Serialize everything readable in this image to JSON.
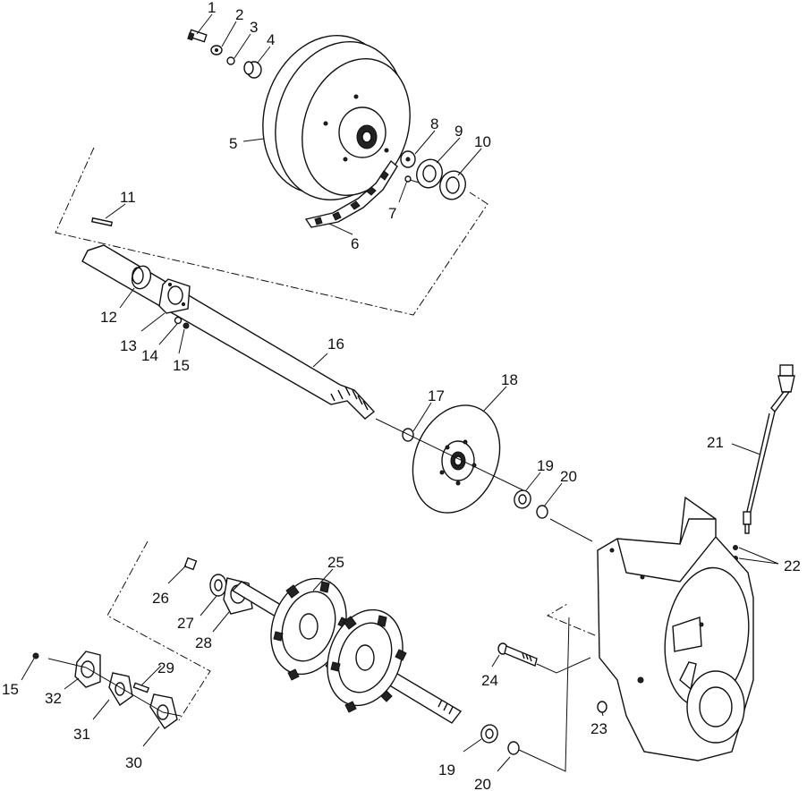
{
  "callouts": {
    "c1": "1",
    "c2": "2",
    "c3": "3",
    "c4": "4",
    "c5": "5",
    "c6": "6",
    "c7": "7",
    "c8": "8",
    "c9": "9",
    "c10": "10",
    "c11": "11",
    "c12": "12",
    "c13": "13",
    "c14": "14",
    "c15a": "15",
    "c16": "16",
    "c17": "17",
    "c18": "18",
    "c19a": "19",
    "c20a": "20",
    "c21": "21",
    "c22": "22",
    "c23": "23",
    "c24": "24",
    "c25": "25",
    "c26": "26",
    "c27": "27",
    "c28": "28",
    "c29": "29",
    "c30": "30",
    "c31": "31",
    "c32": "32",
    "c15b": "15",
    "c19b": "19",
    "c20b": "20"
  }
}
